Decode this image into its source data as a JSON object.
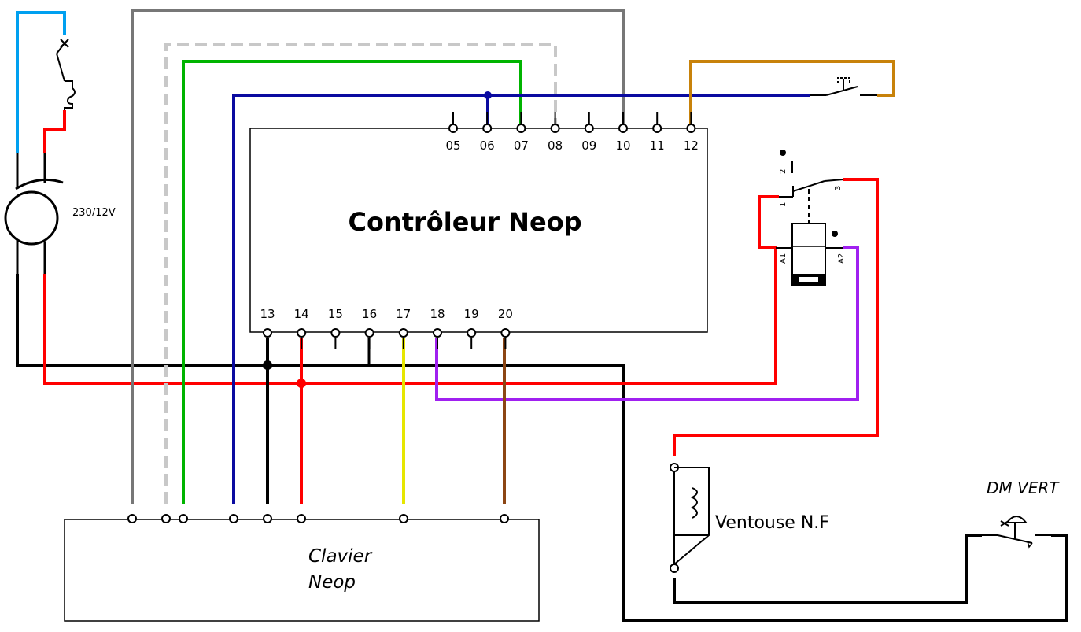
{
  "controller": {
    "title": "Contrôleur Neop",
    "top_terminals": [
      "05",
      "06",
      "07",
      "08",
      "09",
      "10",
      "11",
      "12"
    ],
    "bottom_terminals": [
      "13",
      "14",
      "15",
      "16",
      "17",
      "18",
      "19",
      "20"
    ]
  },
  "keypad": {
    "line1": "Clavier",
    "line2": "Neop"
  },
  "transformer": {
    "label": "230/12V"
  },
  "maglock": {
    "label": "Ventouse N.F"
  },
  "emergency_button": {
    "label": "DM VERT"
  },
  "relay": {
    "coil_a1": "A1",
    "coil_a2": "A2",
    "contact_1": "1",
    "contact_2": "2",
    "contact_3": "3"
  },
  "colors": {
    "blue_phase": "#00a0f0",
    "red": "#ff0000",
    "black": "#000000",
    "gray": "#777777",
    "light_gray": "#c8c8c8",
    "green": "#00b400",
    "navy": "#0a0aa0",
    "orange": "#c8820a",
    "yellow": "#e6e600",
    "purple": "#a020f0",
    "brown": "#8c4614"
  }
}
